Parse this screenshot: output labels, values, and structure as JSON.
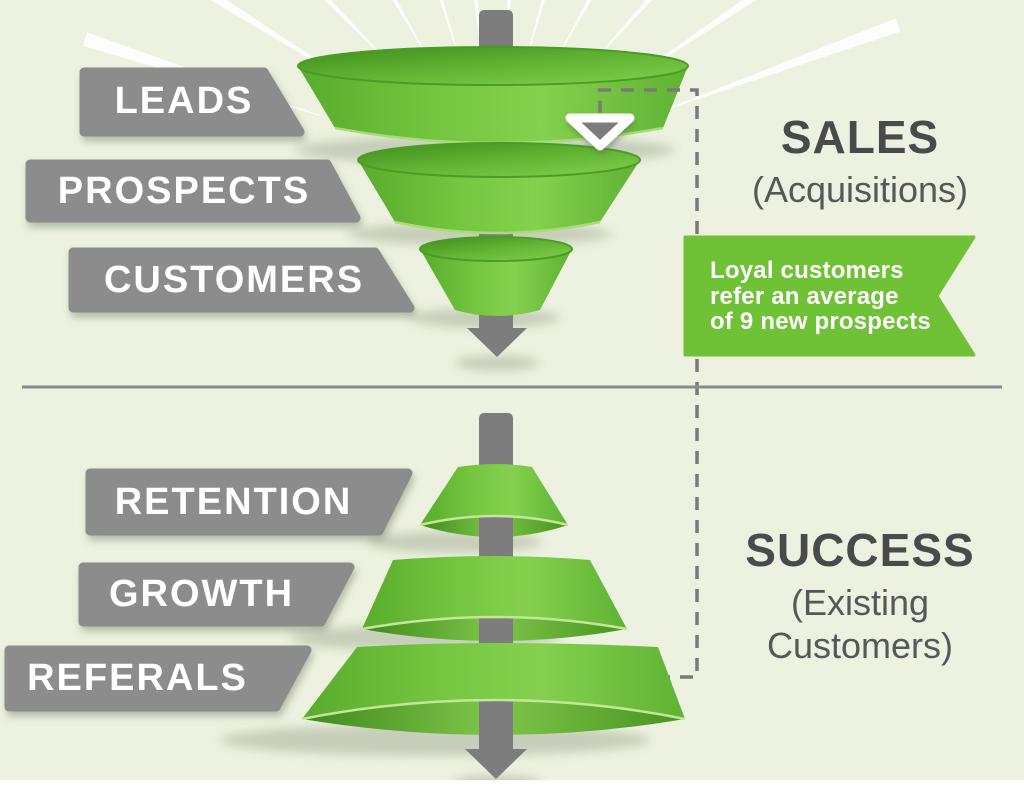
{
  "palette": {
    "page_bg": "#ecf2df",
    "funnel_green": "#74c53f",
    "funnel_green_dark": "#3f8c1c",
    "funnel_green_light": "#83d04d",
    "ribbon_green": "#6fc136",
    "label_gray": "#8c8c8c",
    "arrow_gray": "#7d7d7d",
    "title_dark": "#4a4a4c",
    "subtitle_gray": "#57575a",
    "dash_gray": "#7a7a7a",
    "divider_gray": "#8a8a8a",
    "label_text": "#ffffff"
  },
  "top_section": {
    "labels": [
      "LEADS",
      "PROSPECTS",
      "CUSTOMERS"
    ],
    "title": "SALES",
    "subtitle": "(Acquisitions)",
    "ribbon_lines": [
      "Loyal customers",
      "refer an average",
      "of 9 new prospects"
    ]
  },
  "bottom_section": {
    "labels": [
      "RETENTION",
      "GROWTH",
      "REFERALS"
    ],
    "title": "SUCCESS",
    "subtitle_line1": "(Existing",
    "subtitle_line2": "Customers)"
  }
}
